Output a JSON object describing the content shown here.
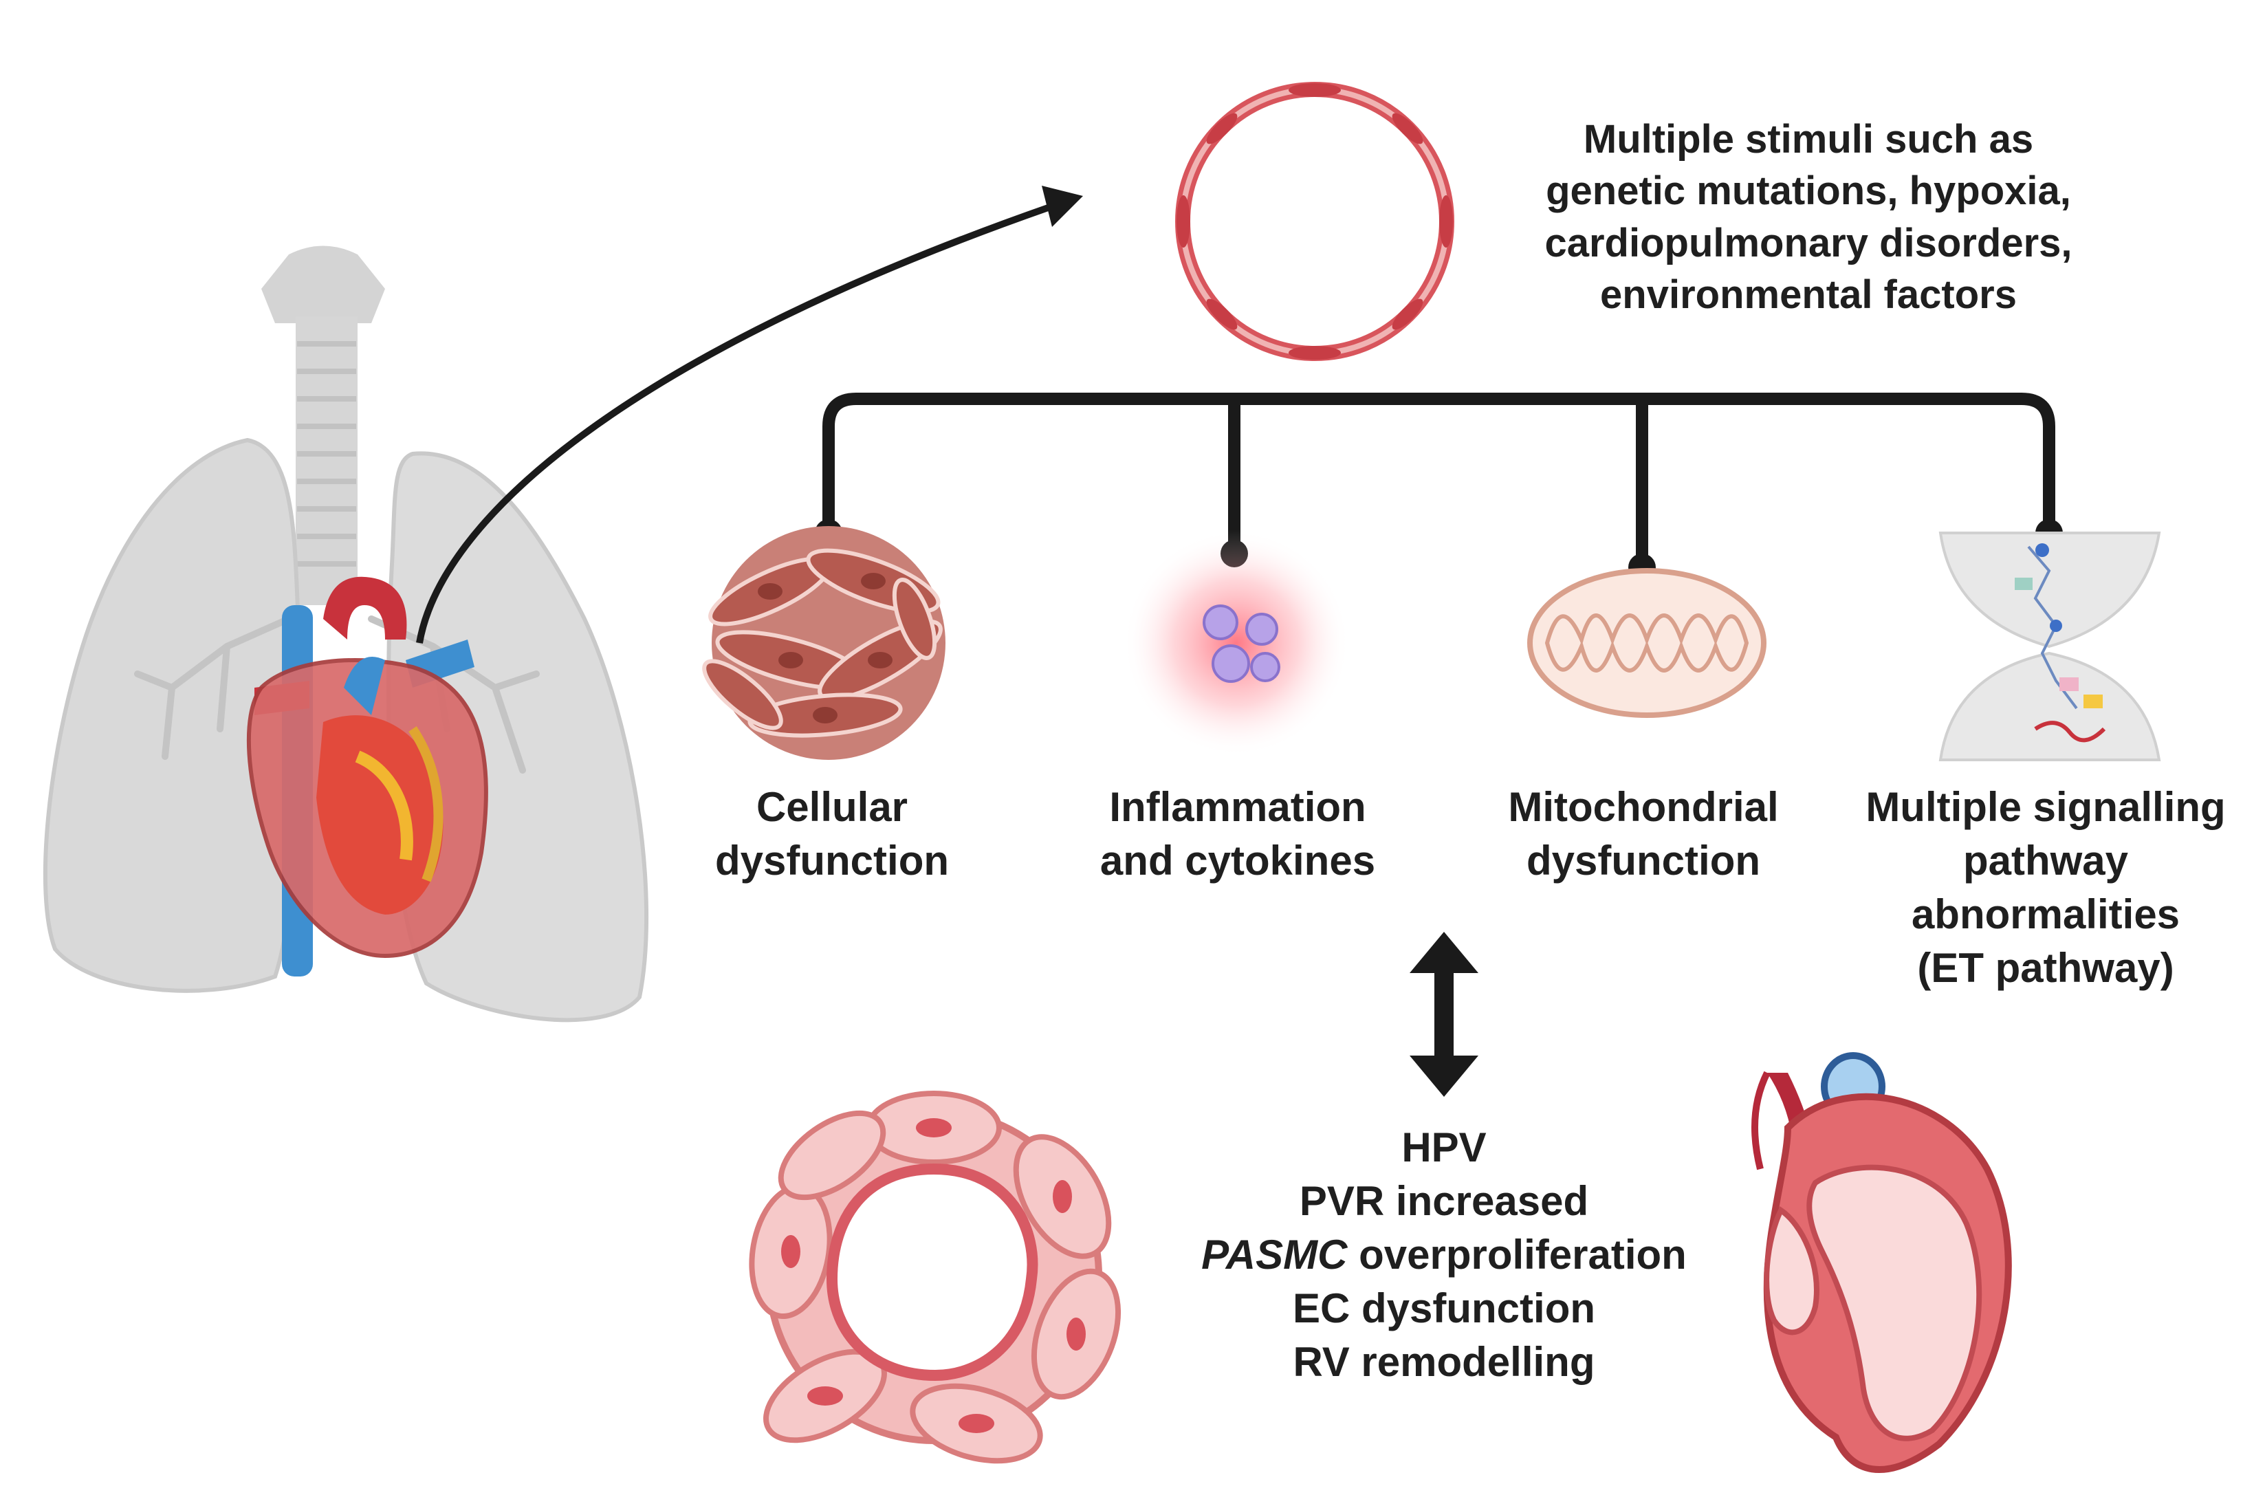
{
  "stimuli": {
    "lines": [
      "Multiple stimuli such as",
      "genetic mutations, hypoxia,",
      "cardiopulmonary disorders,",
      "environmental factors"
    ]
  },
  "branches": [
    {
      "lines": [
        "Cellular",
        "dysfunction"
      ]
    },
    {
      "lines": [
        "Inflammation",
        "and cytokines"
      ]
    },
    {
      "lines": [
        "Mitochondrial",
        "dysfunction"
      ]
    },
    {
      "lines": [
        "Multiple signalling",
        "pathway",
        "abnormalities",
        "(ET pathway)"
      ]
    }
  ],
  "outcomes": {
    "hpv": "HPV",
    "pvr": "PVR increased",
    "pasmc_italic": "PASMC",
    "pasmc_rest": " overproliferation",
    "ec": "EC dysfunction",
    "rv": "RV remodelling"
  },
  "colors": {
    "lung": "#d9d9d9",
    "vessel_red": "#c8323c",
    "vessel_blue": "#3e8fd0",
    "tissue_pink": "#e79a9a",
    "connector": "#1a1a1a"
  }
}
